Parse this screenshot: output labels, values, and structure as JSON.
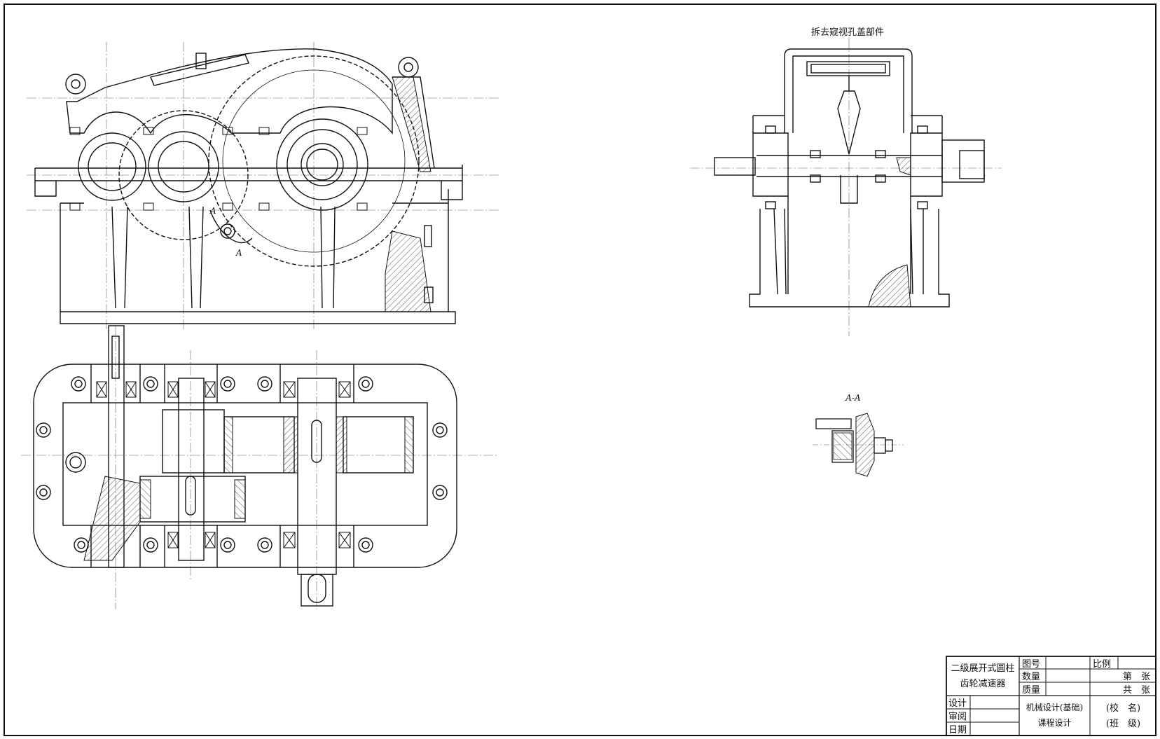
{
  "side_view": {
    "title": "拆去窥视孔盖部件"
  },
  "section": {
    "title": "A-A",
    "mark": "A"
  },
  "title_block": {
    "name_line1": "二级展开式圆柱",
    "name_line2": "齿轮减速器",
    "drawing_no": "图号",
    "scale": "比例",
    "quantity": "数量",
    "mass": "质量",
    "sheet_no": "第　张",
    "sheet_total": "共　张",
    "designer": "设计",
    "reviewer": "审阅",
    "date": "日期",
    "course_line1": "机械设计(基础)",
    "course_line2": "课程设计",
    "school": "(校　名)",
    "class": "(班　级)"
  }
}
